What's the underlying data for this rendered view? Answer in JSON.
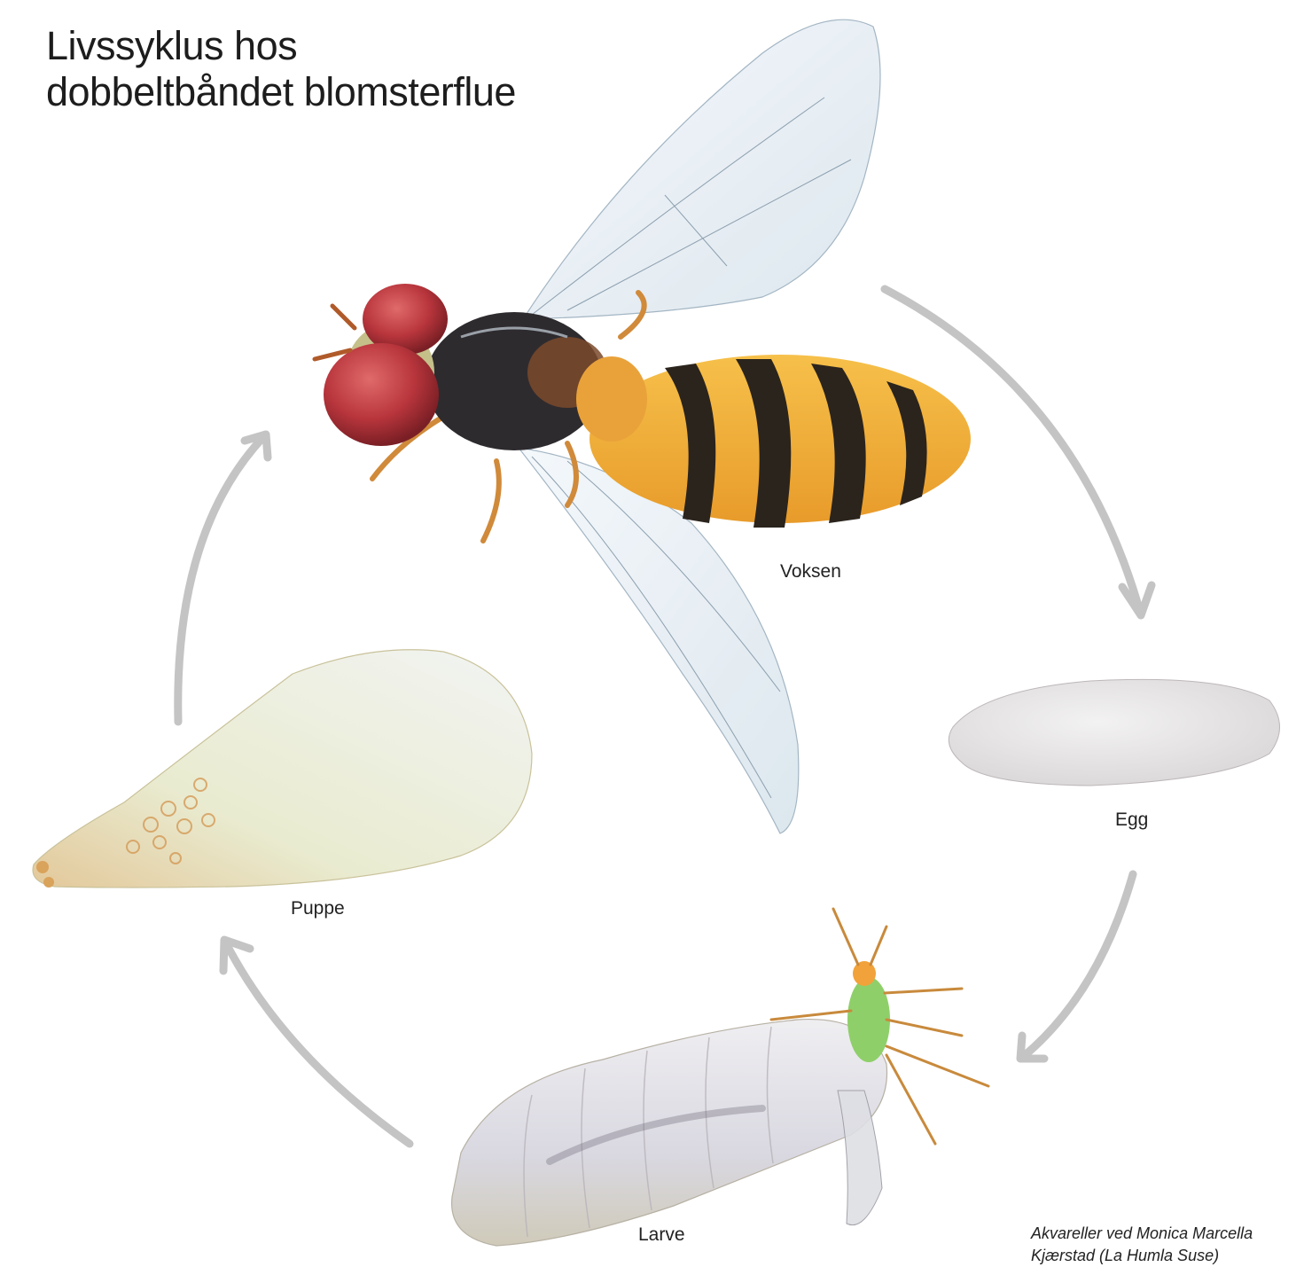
{
  "title": {
    "line1": "Livssyklus hos",
    "line2": "dobbeltbåndet blomsterflue"
  },
  "stages": {
    "adult": "Voksen",
    "egg": "Egg",
    "larva": "Larve",
    "pupa": "Puppe"
  },
  "credit": {
    "line1": "Akvareller ved Monica Marcella",
    "line2": "Kjærstad  (La Humla Suse)"
  },
  "colors": {
    "arrow": "#c4c4c4",
    "fly_body_yellow": "#f2b233",
    "fly_band_black": "#2b241d",
    "fly_eye": "#b8353c",
    "wing": "#e6eef4",
    "egg": "#e9e8e8",
    "larva": "#e5e4e8",
    "pupa": "#f0f1ec",
    "aphid": "#8fcf6a"
  },
  "icons": {
    "arrow": "curved-arrow-icon"
  }
}
